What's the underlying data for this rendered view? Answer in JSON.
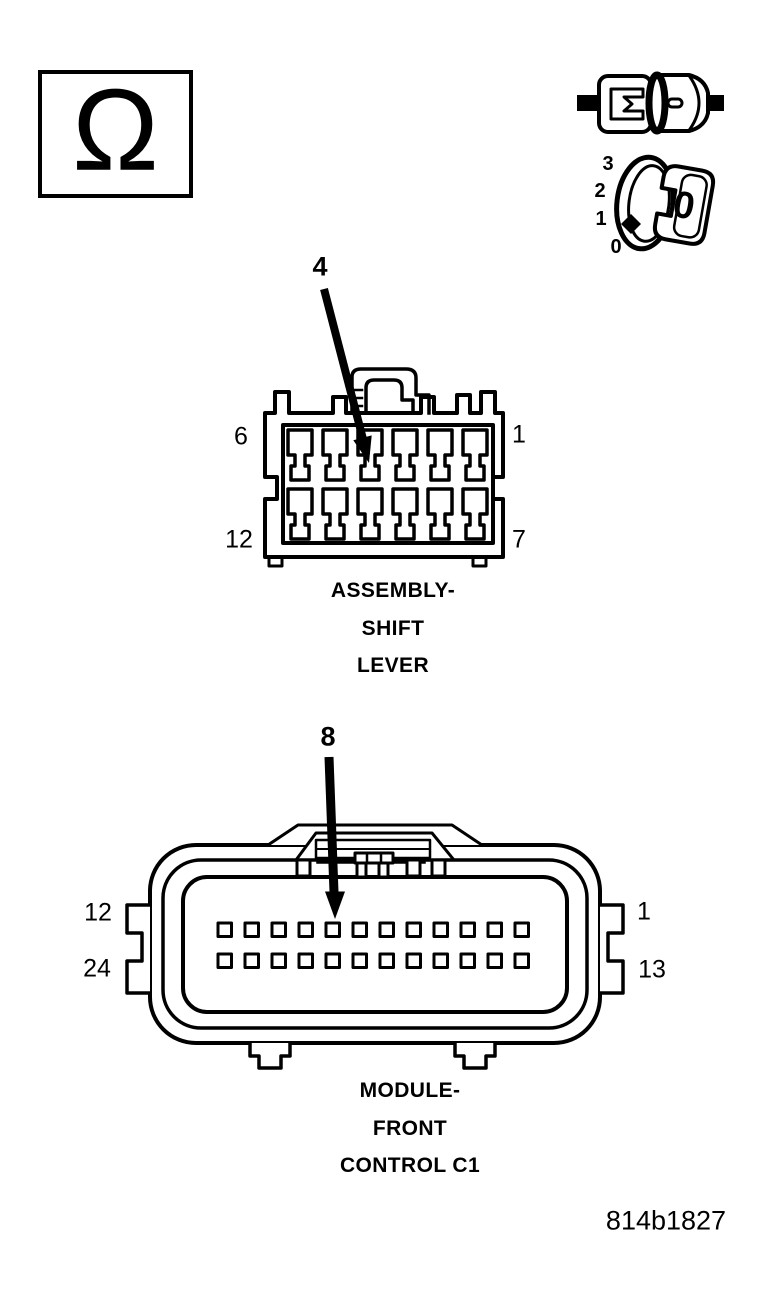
{
  "figure": {
    "id": "814b1827",
    "background_color": "#ffffff",
    "line_color": "#000000"
  },
  "icons": {
    "ohmmeter": {
      "symbol": "Ω"
    },
    "ignition_key": {
      "positions": [
        "3",
        "2",
        "1",
        "0"
      ],
      "key_face_label": "0"
    }
  },
  "connector1": {
    "callout": "4",
    "pin_top_left": "6",
    "pin_top_right": "1",
    "pin_bottom_left": "12",
    "pin_bottom_right": "7",
    "rows": 2,
    "pins_per_row": 6,
    "name_lines": [
      "ASSEMBLY-",
      "SHIFT",
      "LEVER"
    ]
  },
  "connector2": {
    "callout": "8",
    "pin_top_left": "12",
    "pin_top_right": "1",
    "pin_bottom_left": "24",
    "pin_bottom_right": "13",
    "rows": 2,
    "pins_per_row": 12,
    "name_lines": [
      "MODULE-",
      "FRONT",
      "CONTROL C1"
    ]
  }
}
